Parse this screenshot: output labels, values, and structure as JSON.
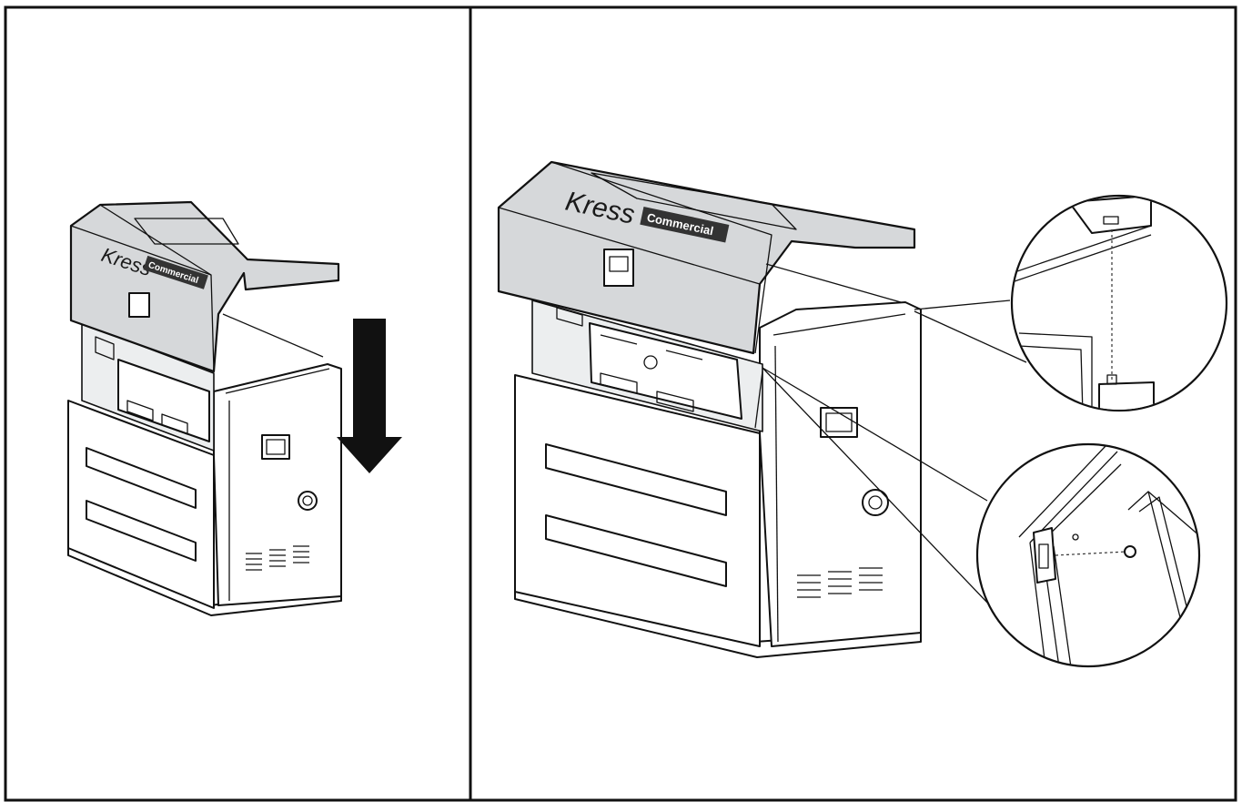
{
  "panels": {
    "left": {
      "brand_logo": "Kress",
      "brand_badge": "Commercial"
    },
    "right": {
      "brand_logo": "Kress",
      "brand_badge": "Commercial"
    }
  },
  "icons": [
    "down-arrow-icon",
    "magnifier-callout-icon"
  ],
  "colors": {
    "line": "#111111",
    "lid_fill": "#d6d8da",
    "background": "#ffffff"
  }
}
